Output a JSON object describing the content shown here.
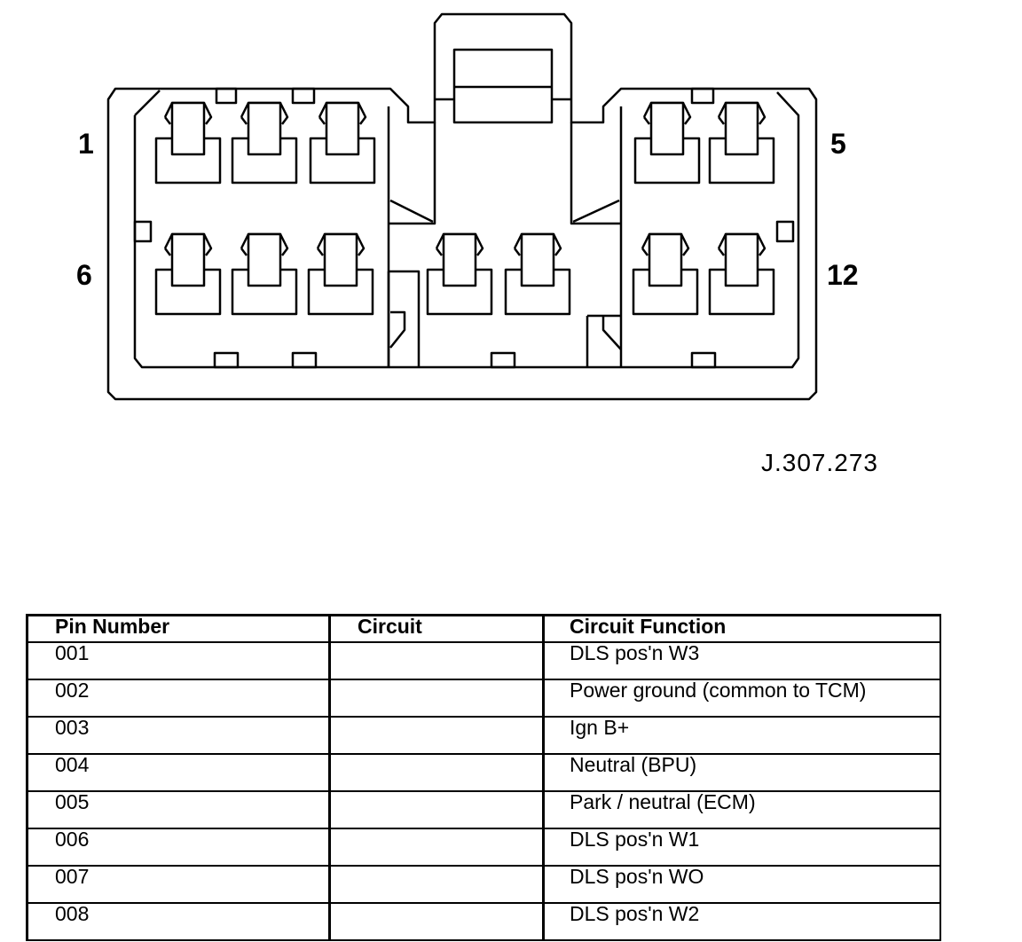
{
  "connector": {
    "pin_labels": {
      "top_left": "1",
      "top_right": "5",
      "bottom_left": "6",
      "bottom_right": "12"
    },
    "reference": "J.307.273"
  },
  "table": {
    "headers": [
      "Pin Number",
      "Circuit",
      "Circuit Function"
    ],
    "rows": [
      {
        "pin": "001",
        "circuit": "",
        "function": "DLS pos'n W3"
      },
      {
        "pin": "002",
        "circuit": "",
        "function": "Power ground (common to TCM)"
      },
      {
        "pin": "003",
        "circuit": "",
        "function": "Ign B+"
      },
      {
        "pin": "004",
        "circuit": "",
        "function": "Neutral (BPU)"
      },
      {
        "pin": "005",
        "circuit": "",
        "function": "Park / neutral (ECM)"
      },
      {
        "pin": "006",
        "circuit": "",
        "function": "DLS pos'n W1"
      },
      {
        "pin": "007",
        "circuit": "",
        "function": "DLS pos'n WO"
      },
      {
        "pin": "008",
        "circuit": "",
        "function": "DLS pos'n W2"
      }
    ]
  }
}
